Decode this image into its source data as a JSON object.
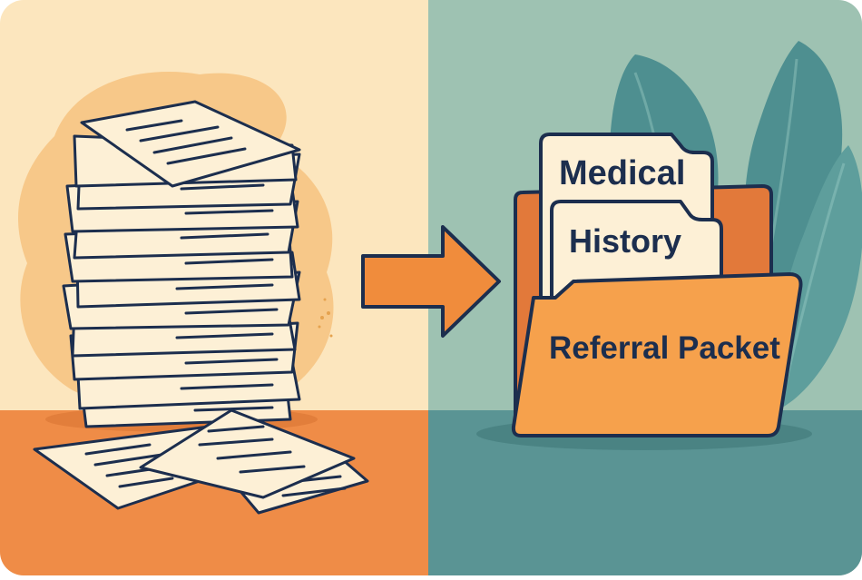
{
  "tabs": [
    {
      "label": "Medical"
    },
    {
      "label": "History"
    }
  ],
  "folder": {
    "label": "Referral Packet"
  },
  "colors": {
    "cream": "#FCE6BE",
    "sage": "#9EC2B2",
    "orange_floor": "#EF8C47",
    "teal_floor": "#5A9494",
    "blob": "#F7C889",
    "paper": "#FDF0D6",
    "navy": "#1C2E4E",
    "arrow": "#F08C3C",
    "folder_front": "#F6A14C",
    "folder_back": "#E2793A",
    "leaf": "#4E8F90",
    "leaf_light": "#5E9E9C"
  },
  "icons": [
    "paper-stack-icon",
    "right-arrow-icon",
    "folder-icon",
    "leaf-icon"
  ]
}
